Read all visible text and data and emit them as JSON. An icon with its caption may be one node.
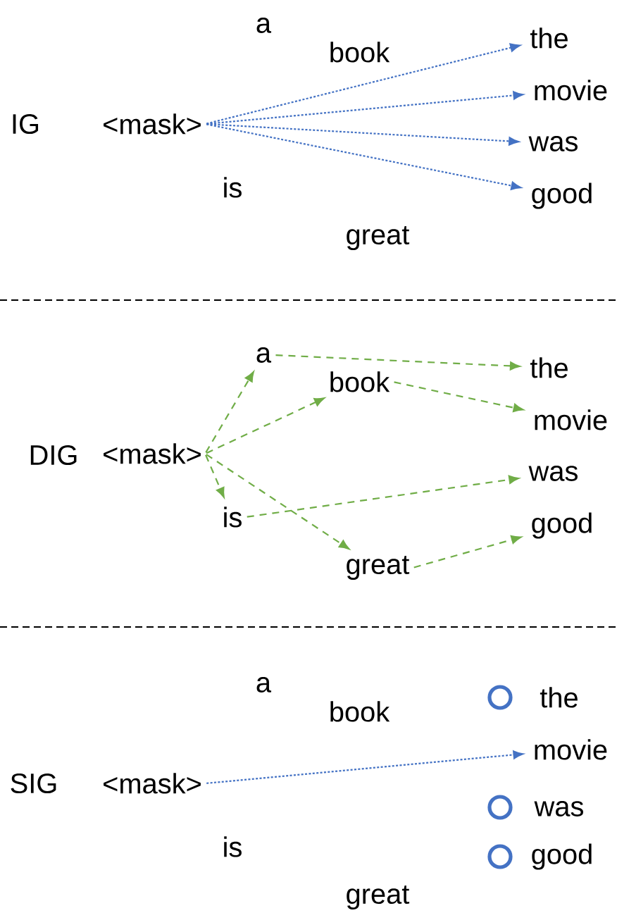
{
  "diagram": {
    "nodes": [
      {
        "text": [
          "<mask>"
        ]
      },
      {
        "text": [
          "a"
        ]
      },
      {
        "text": [
          "book"
        ]
      },
      {
        "text": [
          "is"
        ]
      },
      {
        "text": [
          "great"
        ]
      },
      {
        "text": [
          "the"
        ]
      },
      {
        "text": [
          "movie"
        ]
      },
      {
        "text": [
          "was"
        ]
      },
      {
        "text": [
          "good"
        ]
      },
      {
        "text": [
          "<mask>"
        ]
      },
      {
        "text": [
          "a"
        ]
      },
      {
        "text": [
          "book"
        ]
      },
      {
        "text": [
          "is"
        ]
      },
      {
        "text": [
          "great"
        ]
      },
      {
        "text": [
          "the"
        ]
      },
      {
        "text": [
          "movie"
        ]
      },
      {
        "text": [
          "was"
        ]
      },
      {
        "text": [
          "good"
        ]
      },
      {
        "text": [
          "<mask>"
        ]
      },
      {
        "text": [
          "a"
        ]
      },
      {
        "text": [
          "book"
        ]
      },
      {
        "text": [
          "is"
        ]
      },
      {
        "text": [
          "great"
        ]
      },
      {
        "text": [
          "the"
        ]
      },
      {
        "text": [
          "movie"
        ]
      },
      {
        "text": [
          "was"
        ]
      },
      {
        "text": [
          "good"
        ]
      }
    ],
    "edges": [
      {
        "from": 0,
        "to": 5,
        "arrow": "to",
        "color": "#4472c4"
      },
      {
        "from": 0,
        "to": 6,
        "arrow": "to",
        "color": "#4472c4"
      },
      {
        "from": 0,
        "to": 7,
        "arrow": "to",
        "color": "#4472c4"
      },
      {
        "from": 0,
        "to": 8,
        "arrow": "to",
        "color": "#4472c4"
      },
      {
        "from": 9,
        "to": 10,
        "arrow": "to",
        "style": "dashed",
        "color": "#70ad47"
      },
      {
        "from": 9,
        "to": 11,
        "arrow": "to",
        "style": "dashed",
        "color": "#70ad47"
      },
      {
        "from": 9,
        "to": 12,
        "arrow": "to",
        "style": "dashed",
        "color": "#70ad47"
      },
      {
        "from": 9,
        "to": 13,
        "arrow": "to",
        "style": "dashed",
        "color": "#70ad47"
      },
      {
        "from": 10,
        "to": 14,
        "arrow": "to",
        "style": "dashed",
        "color": "#70ad47"
      },
      {
        "from": 11,
        "to": 15,
        "arrow": "to",
        "style": "dashed",
        "color": "#70ad47"
      },
      {
        "from": 12,
        "to": 16,
        "arrow": "to",
        "style": "dashed",
        "color": "#70ad47"
      },
      {
        "from": 13,
        "to": 17,
        "arrow": "to",
        "style": "dashed",
        "color": "#70ad47"
      },
      {
        "from": 18,
        "to": 24,
        "arrow": "to",
        "color": "#4472c4"
      }
    ],
    "labels": [
      "IG",
      "DIG",
      "SIG"
    ]
  }
}
